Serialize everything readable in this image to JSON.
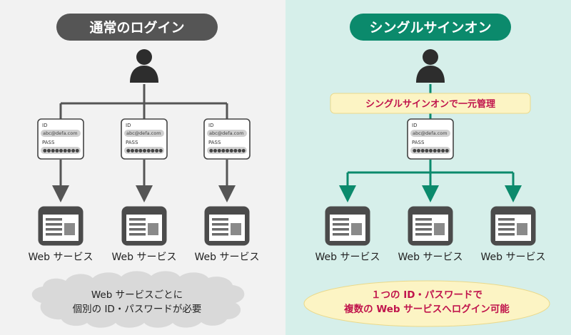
{
  "left": {
    "title": "通常のログイン",
    "services": [
      "Web サービス",
      "Web サービス",
      "Web サービス"
    ],
    "caption": [
      "Web サービスごとに",
      "個別の ID・パスワードが必要"
    ]
  },
  "right": {
    "title": "シングルサインオン",
    "band": "シングルサインオンで一元管理",
    "services": [
      "Web サービス",
      "Web サービス",
      "Web サービス"
    ],
    "caption": [
      "１つの ID・パスワードで",
      "複数の Web サービスへログイン可能"
    ]
  },
  "card": {
    "id_label": "ID",
    "id_value": "abc@defa.com",
    "pass_label": "PASS",
    "pass_value": "●●●●●●●●●"
  },
  "colors": {
    "left_bg": "#f2f2f2",
    "right_bg": "#d6efea",
    "left_accent": "#555555",
    "right_accent": "#0b8a6c",
    "highlight": "#c0144c",
    "band_fill": "#fcf4c4"
  },
  "icons": [
    "user-icon",
    "web-service-icon"
  ]
}
